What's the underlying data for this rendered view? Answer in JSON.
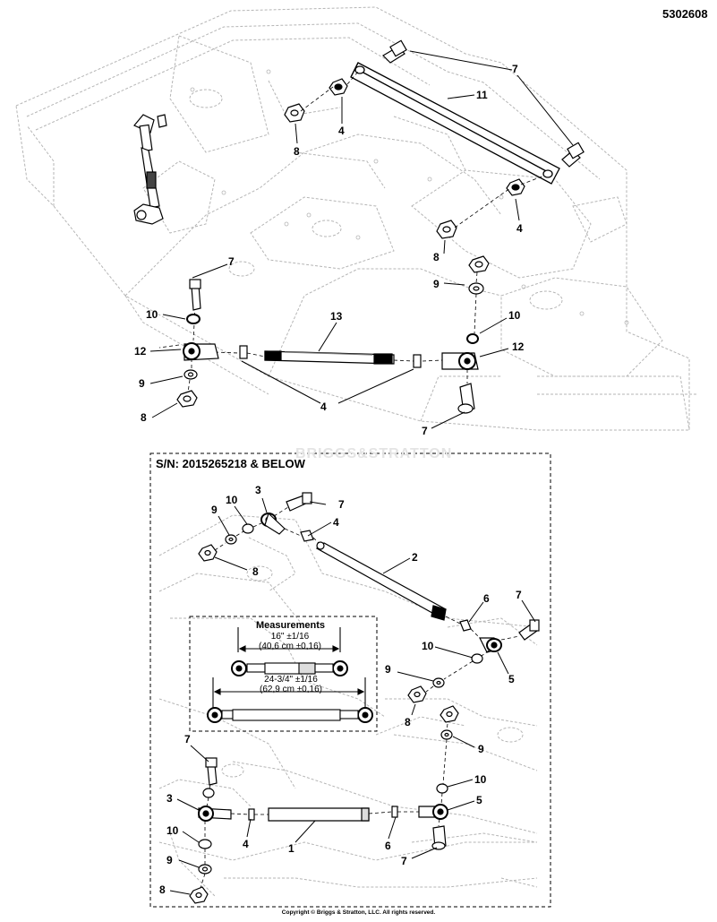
{
  "document": {
    "number": "5302608",
    "serial_note": "S/N: 2015265218 & BELOW",
    "copyright": "Copyright © Briggs & Stratton, LLC. All rights reserved.",
    "watermark": "BRIGGS&STRATTON"
  },
  "measurements": {
    "title": "Measurements",
    "short": {
      "imperial": "16\" ±1/16",
      "metric": "(40,6 cm ±0,16)"
    },
    "long": {
      "imperial": "24-3/4\" ±1/16",
      "metric": "(62,9 cm ±0,16)"
    }
  },
  "callouts": {
    "top": [
      {
        "id": "t7a",
        "n": "7"
      },
      {
        "id": "t11",
        "n": "11"
      },
      {
        "id": "t4a",
        "n": "4"
      },
      {
        "id": "t8a",
        "n": "8"
      },
      {
        "id": "t4b",
        "n": "4"
      },
      {
        "id": "t8b",
        "n": "8"
      },
      {
        "id": "t9r",
        "n": "9"
      },
      {
        "id": "t10r",
        "n": "10"
      },
      {
        "id": "t12r",
        "n": "12"
      },
      {
        "id": "t7l",
        "n": "7"
      },
      {
        "id": "t10l",
        "n": "10"
      },
      {
        "id": "t13",
        "n": "13"
      },
      {
        "id": "t12l",
        "n": "12"
      },
      {
        "id": "t9l",
        "n": "9"
      },
      {
        "id": "t8l",
        "n": "8"
      },
      {
        "id": "t4c",
        "n": "4"
      },
      {
        "id": "t7r",
        "n": "7"
      }
    ],
    "bottom": [
      {
        "id": "b3a",
        "n": "3"
      },
      {
        "id": "b10a",
        "n": "10"
      },
      {
        "id": "b7a",
        "n": "7"
      },
      {
        "id": "b9a",
        "n": "9"
      },
      {
        "id": "b4a",
        "n": "4"
      },
      {
        "id": "b8a",
        "n": "8"
      },
      {
        "id": "b2",
        "n": "2"
      },
      {
        "id": "b6a",
        "n": "6"
      },
      {
        "id": "b7b",
        "n": "7"
      },
      {
        "id": "b10b",
        "n": "10"
      },
      {
        "id": "b9b",
        "n": "9"
      },
      {
        "id": "b5a",
        "n": "5"
      },
      {
        "id": "b8b",
        "n": "8"
      },
      {
        "id": "b9c",
        "n": "9"
      },
      {
        "id": "b10c",
        "n": "10"
      },
      {
        "id": "b5b",
        "n": "5"
      },
      {
        "id": "b7c",
        "n": "7"
      },
      {
        "id": "b6b",
        "n": "6"
      },
      {
        "id": "b1",
        "n": "1"
      },
      {
        "id": "b4b",
        "n": "4"
      },
      {
        "id": "b3b",
        "n": "3"
      },
      {
        "id": "b10d",
        "n": "10"
      },
      {
        "id": "b9d",
        "n": "9"
      },
      {
        "id": "b8c",
        "n": "8"
      },
      {
        "id": "b7d",
        "n": "7"
      }
    ]
  }
}
